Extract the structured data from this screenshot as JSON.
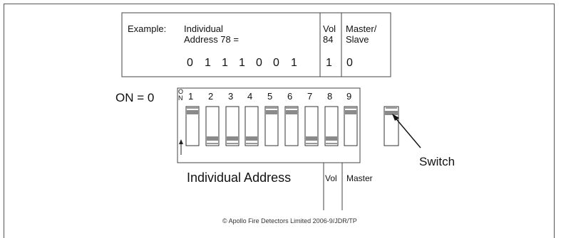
{
  "example": {
    "label": "Example:",
    "individual_line1": "Individual",
    "individual_line2": "Address 78 =",
    "vol_line1": "Vol",
    "vol_line2": "84",
    "master_line1": "Master/",
    "master_line2": "Slave",
    "bits": [
      "0",
      "1",
      "1",
      "1",
      "0",
      "0",
      "1",
      "1",
      "0"
    ]
  },
  "on_label": "ON = 0",
  "dip": {
    "on_marker_o": "O",
    "on_marker_n": "N",
    "numbers": [
      "1",
      "2",
      "3",
      "4",
      "5",
      "6",
      "7",
      "8",
      "9"
    ],
    "positions": [
      "up",
      "down",
      "down",
      "down",
      "up",
      "up",
      "down",
      "down",
      "up"
    ]
  },
  "switch_label": "Switch",
  "individual_address_label": "Individual Address",
  "vol_label": "Vol",
  "master_label": "Master",
  "copyright": "© Apollo Fire Detectors Limited 2006-9/JDR/TP"
}
